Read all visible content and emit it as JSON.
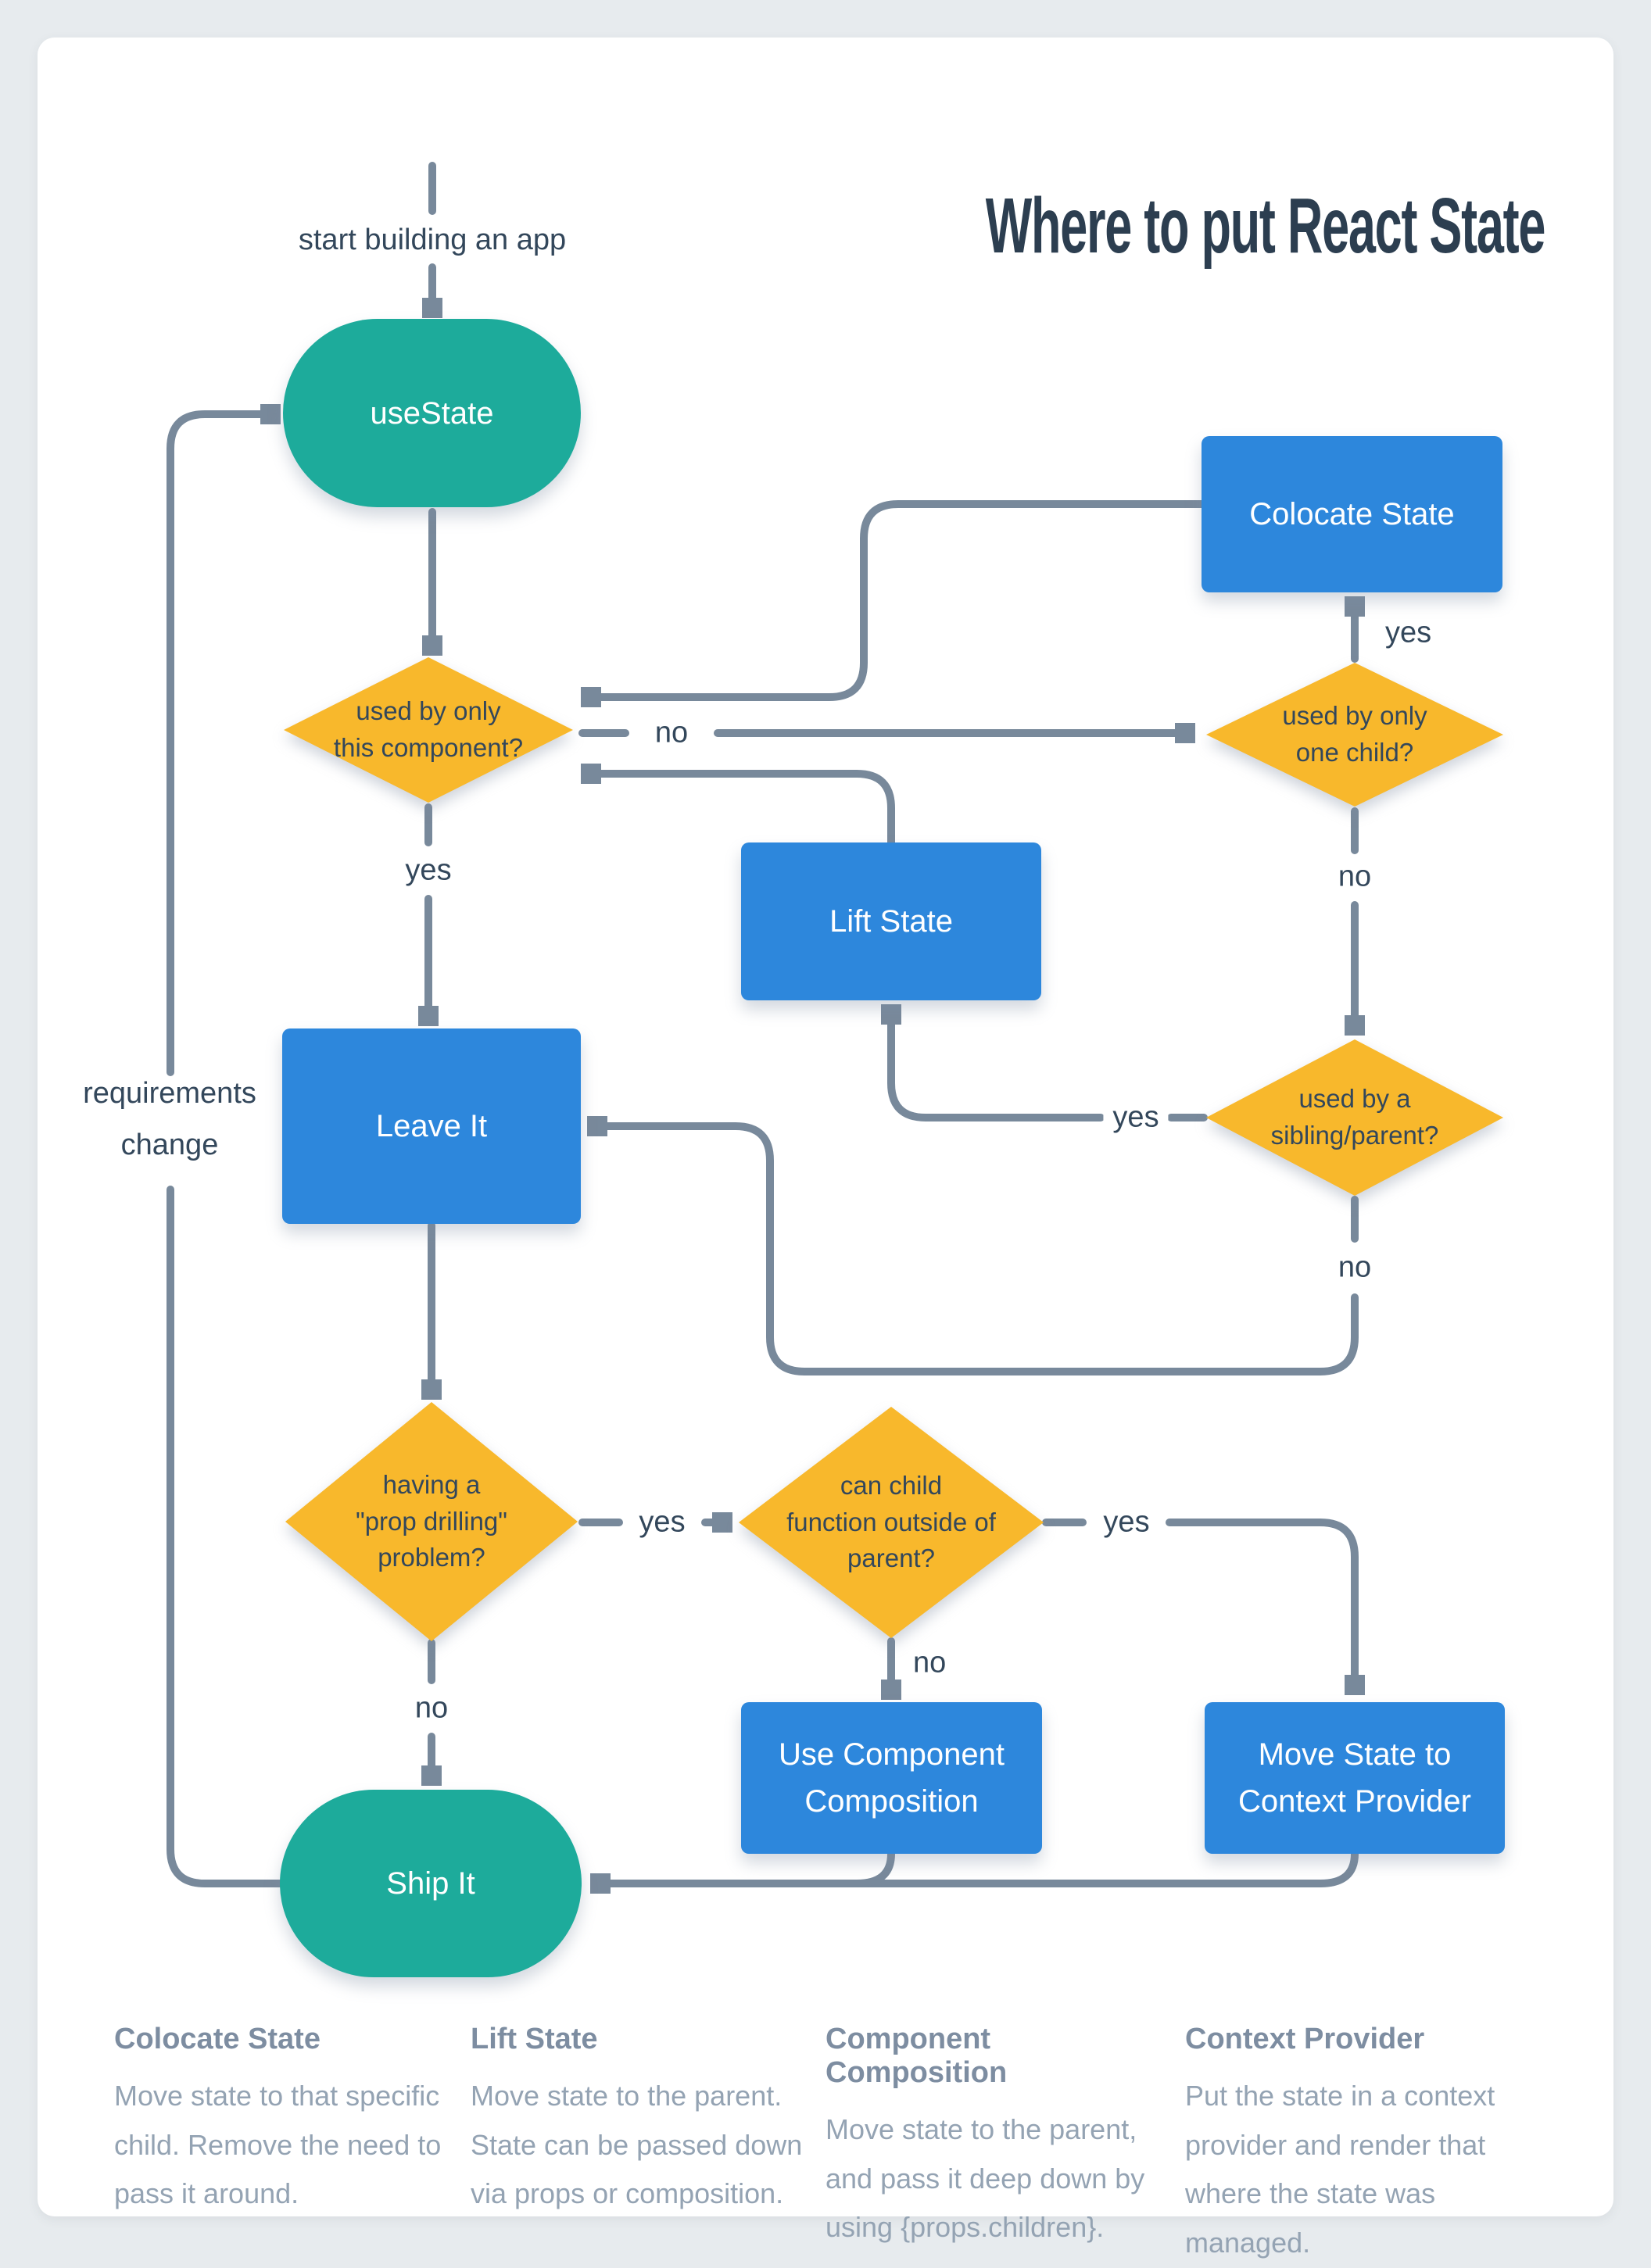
{
  "title": "Where to put React State",
  "colors": {
    "teal": "#1DAB9B",
    "blue": "#2D87DC",
    "yellow": "#F8B82C",
    "connector_gray": "#78899B",
    "dark_text": "#33475B",
    "title_text": "#2C3E50",
    "legend_heading": "#7D8DA1",
    "legend_body": "#94A3B3",
    "page_background": "#E7EBEE",
    "card_background": "#FFFFFF"
  },
  "annotations": {
    "start": "start building an app",
    "requirements_line1": "requirements",
    "requirements_line2": "change"
  },
  "nodes": {
    "usestate": {
      "type": "terminal",
      "label": "useState"
    },
    "colocate": {
      "type": "action",
      "label": "Colocate State"
    },
    "d_component": {
      "type": "decision",
      "line1": "used by only",
      "line2": "this component?"
    },
    "d_onechild": {
      "type": "decision",
      "line1": "used by only",
      "line2": "one child?"
    },
    "lift": {
      "type": "action",
      "label": "Lift State"
    },
    "leave": {
      "type": "action",
      "label": "Leave It"
    },
    "d_sibling": {
      "type": "decision",
      "line1": "used by a",
      "line2": "sibling/parent?"
    },
    "d_propdrill": {
      "type": "decision",
      "line1": "having a",
      "line2": "\"prop drilling\"",
      "line3": "problem?"
    },
    "d_childfn": {
      "type": "decision",
      "line1": "can child",
      "line2": "function outside of",
      "line3": "parent?"
    },
    "composition": {
      "type": "action",
      "line1": "Use Component",
      "line2": "Composition"
    },
    "context": {
      "type": "action",
      "line1": "Move State to",
      "line2": "Context Provider"
    },
    "ship": {
      "type": "terminal",
      "label": "Ship It"
    }
  },
  "edge_labels": {
    "component_yes": "yes",
    "component_no": "no",
    "onechild_yes": "yes",
    "onechild_no": "no",
    "sibling_yes": "yes",
    "sibling_no": "no",
    "propdrill_yes": "yes",
    "propdrill_no": "no",
    "childfn_yes": "yes",
    "childfn_no": "no"
  },
  "legend": [
    {
      "title": "Colocate State",
      "body": "Move state to that specific child. Remove the need to pass it around."
    },
    {
      "title": "Lift State",
      "body": "Move state to the parent. State can be passed down via props or composition."
    },
    {
      "title": "Component Composition",
      "body": "Move state to the parent, and pass it deep down by using {props.children}."
    },
    {
      "title": "Context Provider",
      "body": "Put the state in a context provider and render that where the state was managed."
    }
  ]
}
